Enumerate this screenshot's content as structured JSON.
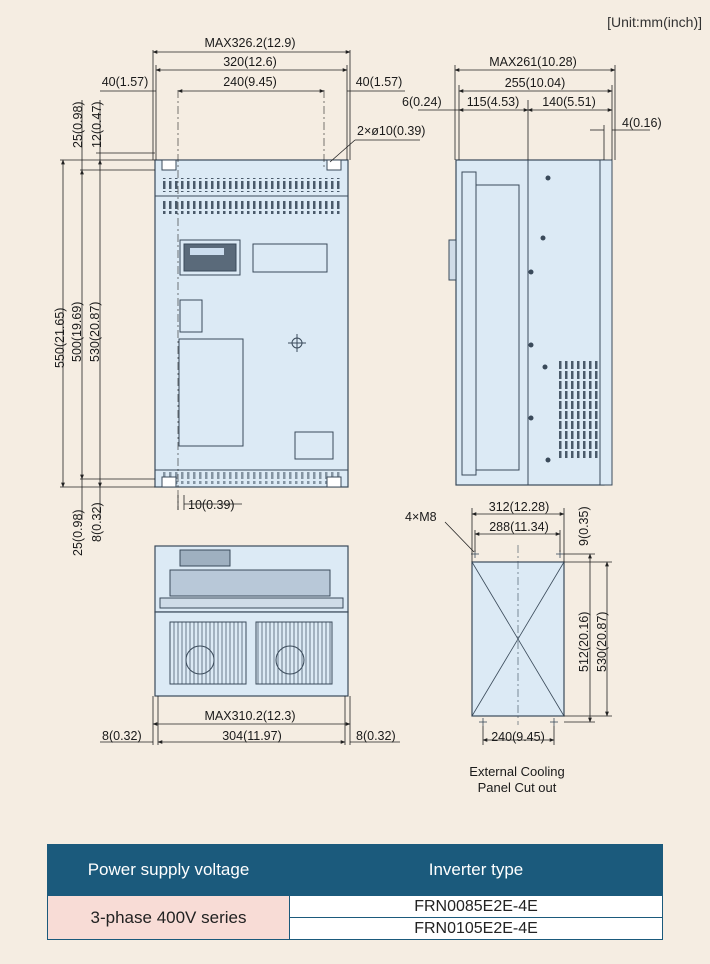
{
  "unit_note": "[Unit:mm(inch)]",
  "front_view": {
    "dims": {
      "max_width": "MAX326.2(12.9)",
      "width": "320(12.6)",
      "left_offset": "40(1.57)",
      "hole_pitch": "240(9.45)",
      "right_offset": "40(1.57)",
      "hole_dia": "2×ø10(0.39)",
      "top_margin": "25(0.98)",
      "top_hole": "12(0.47)",
      "total_height": "550(21.65)",
      "hole_height": "500(19.69)",
      "body_height": "530(20.87)",
      "bottom_margin": "25(0.98)",
      "bottom_hole": "8(0.32)",
      "slot_width": "10(0.39)"
    }
  },
  "side_view": {
    "dims": {
      "max_depth": "MAX261(10.28)",
      "depth": "255(10.04)",
      "flange": "6(0.24)",
      "front_depth": "115(4.53)",
      "rear_depth": "140(5.51)",
      "bracket": "4(0.16)"
    }
  },
  "bottom_view": {
    "dims": {
      "max_width": "MAX310.2(12.3)",
      "left": "8(0.32)",
      "width": "304(11.97)",
      "right": "8(0.32)"
    }
  },
  "cutout": {
    "dims": {
      "width": "312(12.28)",
      "screws": "4×M8",
      "hole_pitch": "288(11.34)",
      "top": "9(0.35)",
      "hole_height": "512(20.16)",
      "height": "530(20.87)",
      "bottom_pitch": "240(9.45)"
    },
    "caption_line1": "External Cooling",
    "caption_line2": "Panel Cut out"
  },
  "table": {
    "header_voltage": "Power supply voltage",
    "header_type": "Inverter type",
    "series": "3-phase 400V series",
    "models": [
      "FRN0085E2E-4E",
      "FRN0105E2E-4E"
    ],
    "header_color": "#1b5a7c",
    "series_color": "#f8dcd6"
  },
  "colors": {
    "body_fill": "#dceaf5",
    "line": "#3a4a5a"
  }
}
